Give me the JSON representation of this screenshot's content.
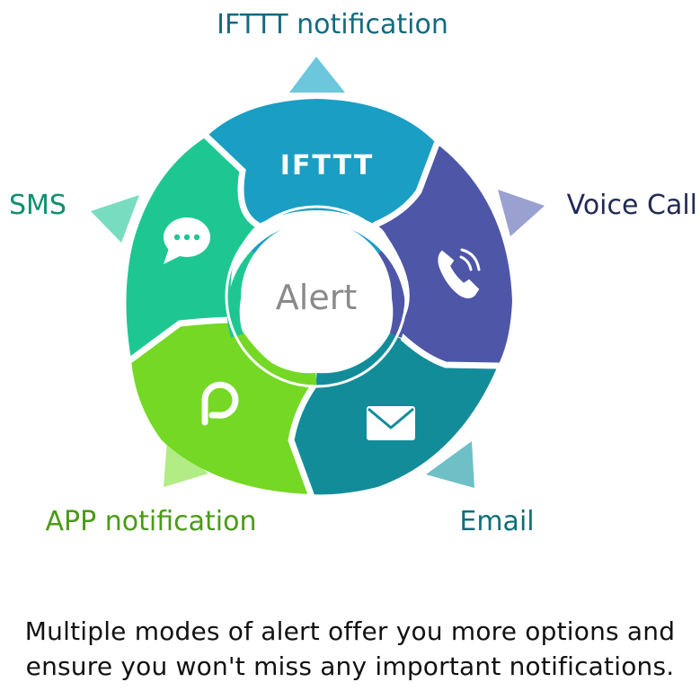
{
  "center_label": "Alert",
  "ifttt_logo_text": "IFTTT",
  "labels": {
    "ifttt": "IFTTT notification",
    "voice": "Voice Call",
    "email": "Email",
    "app": "APP notification",
    "sms": "SMS"
  },
  "colors": {
    "ifttt": "#1b9ec4",
    "voice": "#4e56a8",
    "email": "#138c99",
    "app": "#74d824",
    "sms": "#1ec792",
    "ifttt_label": "#136a80",
    "voice_label": "#222a55",
    "email_label": "#0f6f7a",
    "app_label": "#4b9a18",
    "sms_label": "#0f8f72"
  },
  "caption": {
    "line1": "Multiple modes of alert offer you more options and",
    "line2": "ensure you won't miss any important notifications."
  }
}
